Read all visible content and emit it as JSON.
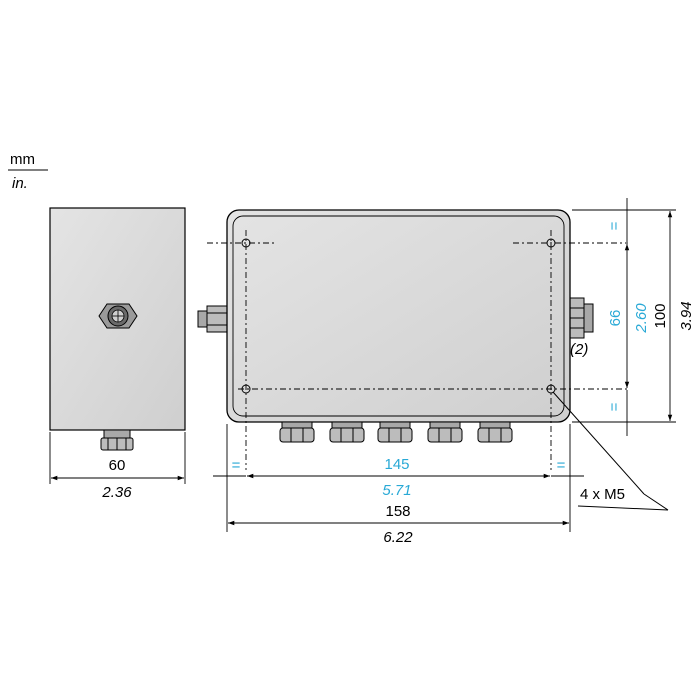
{
  "units": {
    "top": "mm",
    "bottom": "in."
  },
  "side_view": {
    "width_mm": "60",
    "width_in": "2.36"
  },
  "front_view": {
    "equal_mark": "=",
    "hole_spacing_mm": "145",
    "hole_spacing_in": "5.71",
    "overall_width_mm": "158",
    "overall_width_in": "6.22",
    "hole_spacing_v_mm": "66",
    "hole_spacing_v_in": "2.60",
    "overall_height_mm": "100",
    "overall_height_in": "3.94",
    "note_ref": "(2)",
    "holes_label": "4 x M5"
  },
  "colors": {
    "body_fill": "#d8d8d8",
    "accent_metric_secondary": "#29a9d6"
  }
}
